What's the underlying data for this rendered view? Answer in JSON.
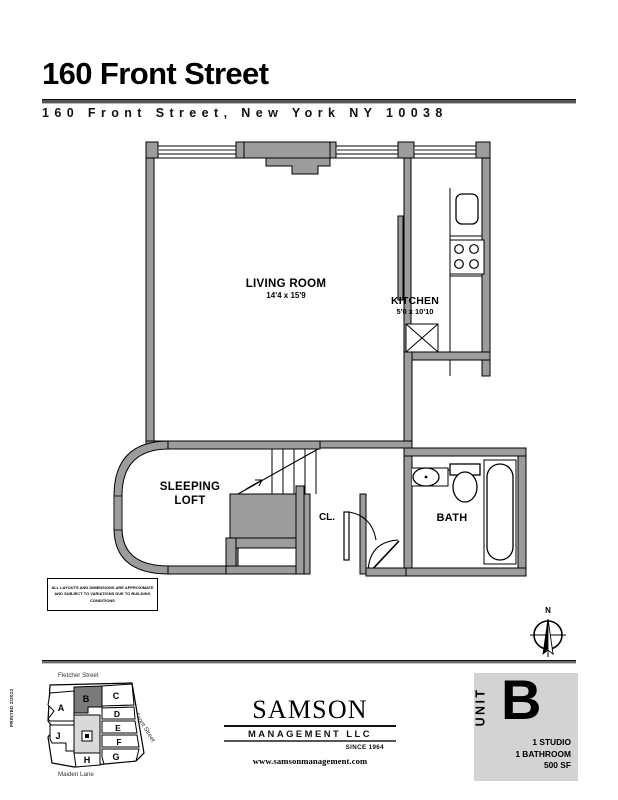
{
  "header": {
    "title": "160 Front Street",
    "address": "160 Front Street, New York NY 10038"
  },
  "floorplan": {
    "rooms": [
      {
        "name": "LIVING ROOM",
        "dimensions": "14'4 x 15'9"
      },
      {
        "name": "KITCHEN",
        "dimensions": "5'0 x 10'10"
      },
      {
        "name": "SLEEPING LOFT",
        "dimensions": ""
      },
      {
        "name": "BATH",
        "dimensions": ""
      },
      {
        "name": "CL.",
        "dimensions": ""
      }
    ],
    "living_room_label": "LIVING ROOM",
    "living_room_dims": "14'4 x 15'9",
    "kitchen_label": "KITCHEN",
    "kitchen_dims": "5'0 x 10'10",
    "sleeping_loft_line1": "SLEEPING",
    "sleeping_loft_line2": "LOFT",
    "closet_label": "CL.",
    "bath_label": "BATH"
  },
  "disclaimer": "ALL LAYOUTS AND DIMENSIONS ARE APPROXIMATE AND SUBJECT TO VARIATIONS DUE TO BUILDING CONDITIONS",
  "compass": {
    "north_label": "N"
  },
  "print_code": "PRINTED 2/2013",
  "keymap": {
    "streets": {
      "top": "Fletcher Street",
      "bottom": "Maiden Lane",
      "right": "Front Street"
    },
    "units": [
      "A",
      "B",
      "C",
      "D",
      "E",
      "F",
      "G",
      "H",
      "J"
    ],
    "highlighted_unit": "B",
    "highlight_color": "#7a7a7a",
    "fill_color": "#ffffff",
    "core_color": "#d9d9d9"
  },
  "logo": {
    "brand": "SAMSON",
    "management": "MANAGEMENT LLC",
    "since": "SINCE 1964",
    "url": "www.samsonmanagement.com"
  },
  "unit_badge": {
    "word": "UNIT",
    "letter": "B",
    "spec_1": "1 STUDIO",
    "spec_2": "1 BATHROOM",
    "spec_3": "500 SF",
    "background": "#d3d3d3"
  }
}
